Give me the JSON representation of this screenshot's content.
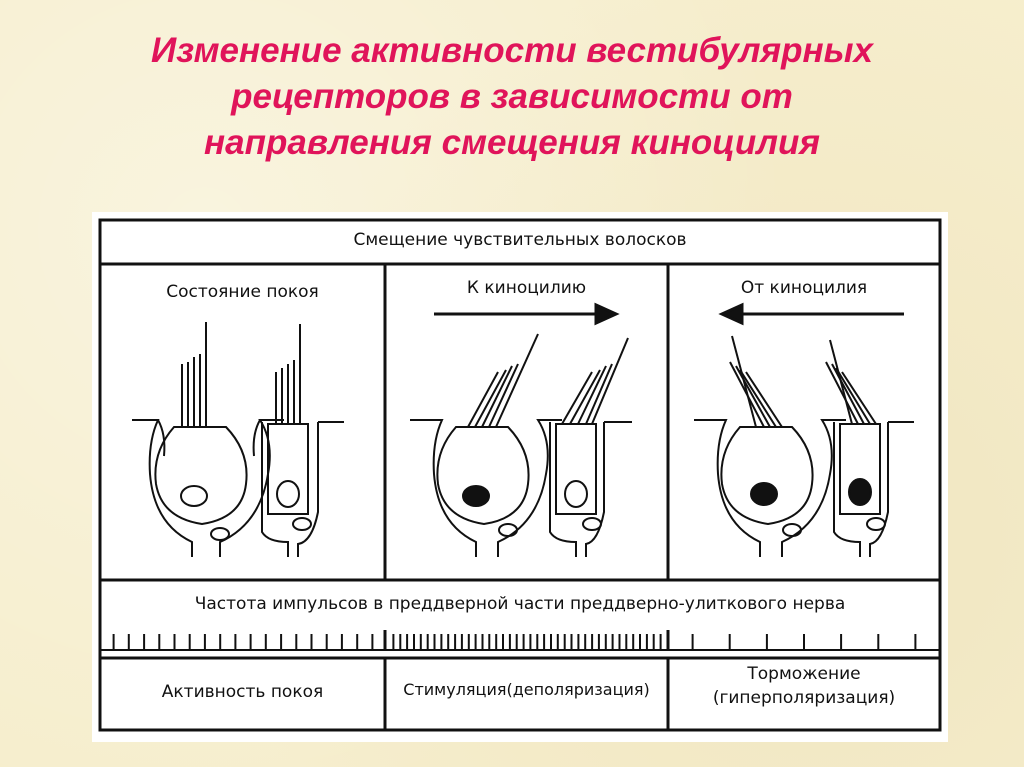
{
  "title": {
    "line1": "Изменение активности вестибулярных",
    "line2": "рецепторов в зависимости от",
    "line3": "направления смещения киноцилия"
  },
  "diagram": {
    "header": "Смещение чувствительных волосков",
    "panels": [
      {
        "label": "Состояние покоя"
      },
      {
        "label": "К киноцилию",
        "arrow": "right"
      },
      {
        "label": "От киноцилия",
        "arrow": "left"
      }
    ],
    "frequency_label": "Частота импульсов в преддверной части преддверно-улиткового нерва",
    "spike_counts": [
      18,
      40,
      7
    ],
    "states": [
      {
        "label": "Активность покоя"
      },
      {
        "label": "Стимуляция(деполяризация)"
      },
      {
        "label_line1": "Торможение",
        "label_line2": "(гиперполяризация)"
      }
    ]
  },
  "colors": {
    "title": "#e0145a",
    "line": "#111111",
    "background": "#f6eecd"
  }
}
